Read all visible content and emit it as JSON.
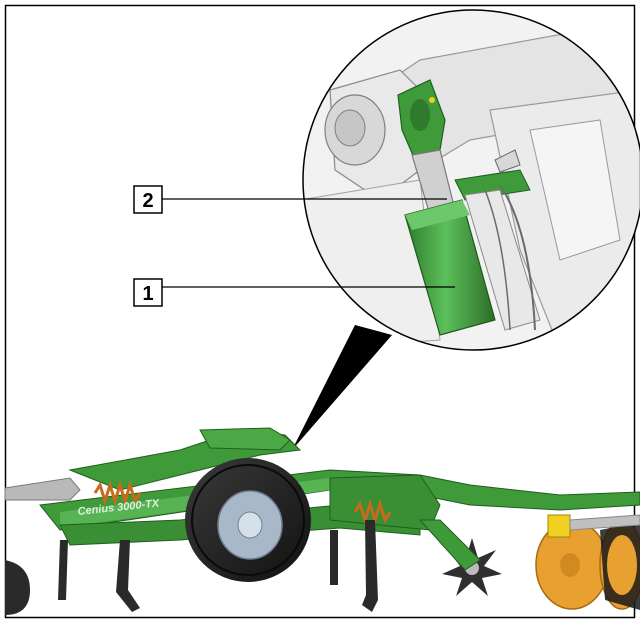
{
  "figure": {
    "callouts": [
      {
        "number": "2",
        "part": "piston-rod"
      },
      {
        "number": "1",
        "part": "hydraulic-cylinder"
      }
    ],
    "machine_label": "Cenius 3000-TX",
    "colors": {
      "machine_green": "#3f9a3a",
      "cylinder_green": "#4cae49",
      "spring_orange": "#c86a1c",
      "disc_yellow": "#e8a030",
      "tyre_black": "#1c1c1c",
      "hub_blue": "#a8b8c8",
      "border": "#000000"
    }
  }
}
